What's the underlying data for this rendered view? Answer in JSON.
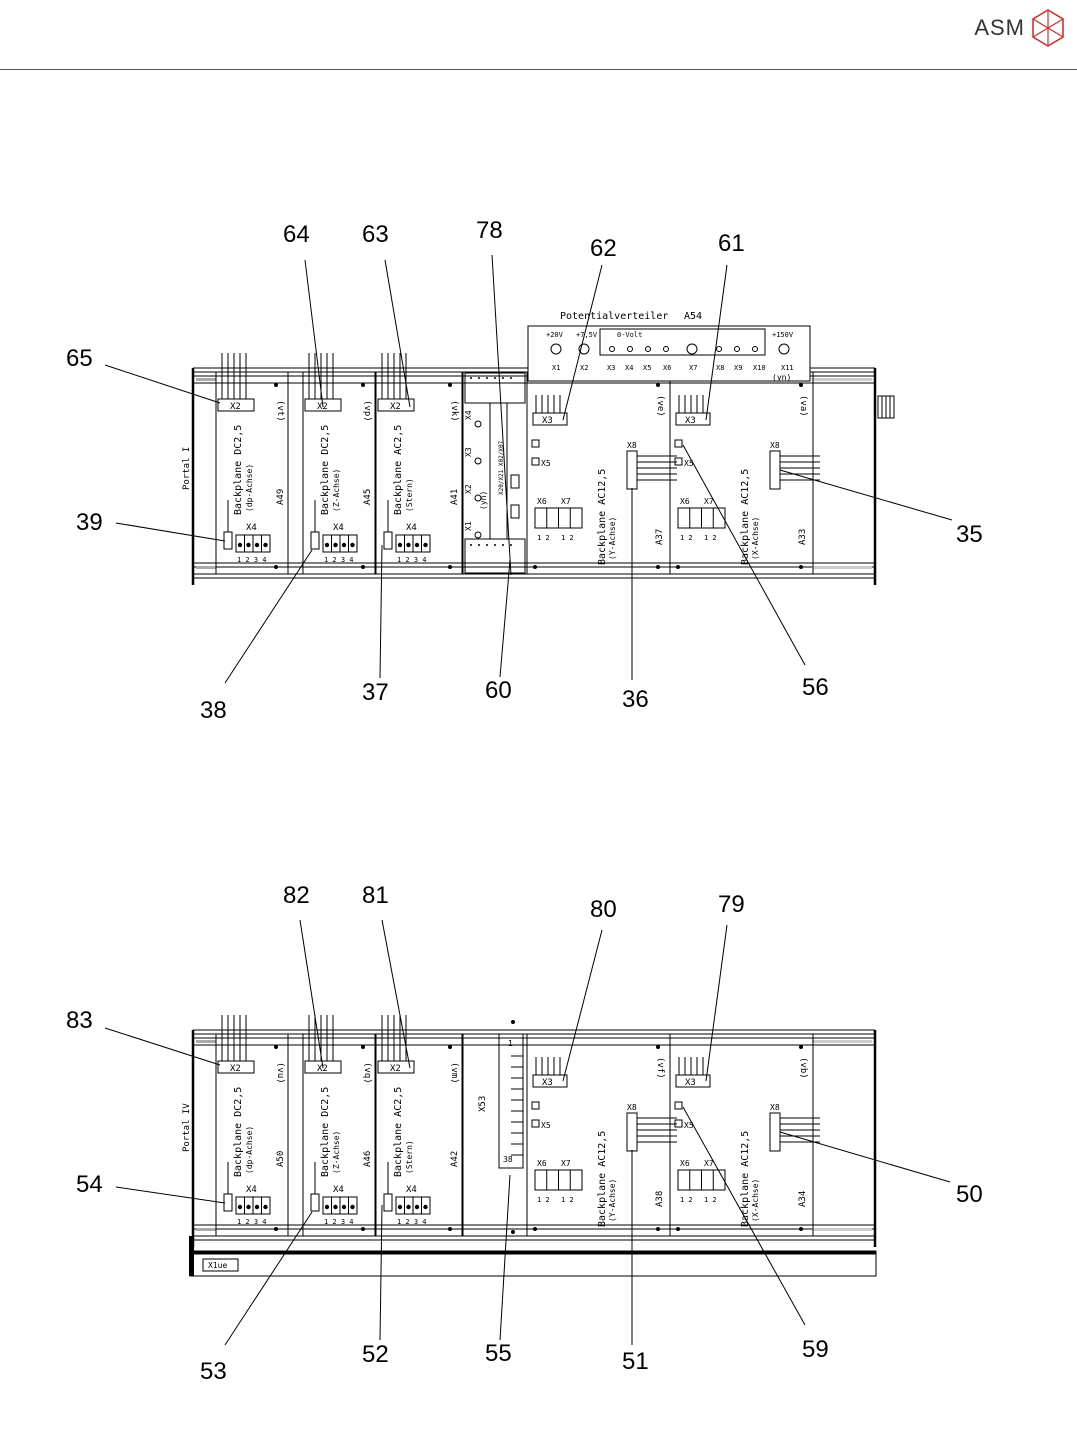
{
  "header": {
    "brand": "ASM",
    "logo_icon": "asm-cube-logo-icon"
  },
  "diagrams": [
    {
      "portal_label": "Portal I",
      "boards": [
        {
          "title": "Backplane DC2,5",
          "subtitle": "(dp-Achse)",
          "id": "A49",
          "code": "(vt)",
          "x2": "X2",
          "x4": "X4",
          "pins4": "1 2 3 4"
        },
        {
          "title": "Backplane DC2,5",
          "subtitle": "(Z-Achse)",
          "id": "A45",
          "code": "(vp)",
          "x2": "X2",
          "x4": "X4",
          "pins4": "1 2 3 4"
        },
        {
          "title": "Backplane AC2,5",
          "subtitle": "(Stern)",
          "id": "A41",
          "code": "(vk)",
          "x2": "X2",
          "x4": "X4",
          "pins4": "1 2 3 4"
        },
        {
          "title": "Backplane AC12,5",
          "subtitle": "(Y-Achse)",
          "id": "A37",
          "code": "(ve)",
          "x3": "X3",
          "x5": "X5",
          "x6": "X6",
          "x7": "X7",
          "x8": "X8",
          "pins6": "1 2",
          "pins7": "1 2"
        },
        {
          "title": "Backplane AC12,5",
          "subtitle": "(X-Achse)",
          "id": "A33",
          "code": "(va)",
          "x3": "X3",
          "x5": "X5",
          "x6": "X6",
          "x7": "X7",
          "x8": "X8",
          "pins6": "1 2",
          "pins7": "1 2"
        }
      ],
      "middle_module": {
        "labels": [
          "X4",
          "X3",
          "X2",
          "X1"
        ],
        "code": "(yn)",
        "side_text": "X20/X21 X02/X07"
      },
      "potential_distributor": {
        "title": "Potentialverteiler",
        "id": "A54",
        "terminals": [
          "+20V",
          "+7,5V",
          "0-Volt",
          "+150V"
        ],
        "connectors": [
          "X1",
          "X2",
          "X3",
          "X4",
          "X5",
          "X6",
          "X7",
          "X8",
          "X9",
          "X10",
          "X11"
        ],
        "code": "(yn)"
      },
      "callouts": [
        "65",
        "64",
        "63",
        "78",
        "62",
        "61",
        "39",
        "35",
        "38",
        "37",
        "60",
        "36",
        "56"
      ]
    },
    {
      "portal_label": "Portal IV",
      "boards": [
        {
          "title": "Backplane DC2,5",
          "subtitle": "(dp-Achse)",
          "id": "A50",
          "code": "(vu)",
          "x2": "X2",
          "x4": "X4",
          "pins4": "1 2 3 4"
        },
        {
          "title": "Backplane DC2,5",
          "subtitle": "(Z-Achse)",
          "id": "A46",
          "code": "(vq)",
          "x2": "X2",
          "x4": "X4",
          "pins4": "1 2 3 4"
        },
        {
          "title": "Backplane AC2,5",
          "subtitle": "(Stern)",
          "id": "A42",
          "code": "(vm)",
          "x2": "X2",
          "x4": "X4",
          "pins4": "1 2 3 4"
        },
        {
          "title": "Backplane AC12,5",
          "subtitle": "(Y-Achse)",
          "id": "A38",
          "code": "(vf)",
          "x3": "X3",
          "x5": "X5",
          "x6": "X6",
          "x7": "X7",
          "x8": "X8",
          "pins6": "1 2",
          "pins7": "1 2"
        },
        {
          "title": "Backplane AC12,5",
          "subtitle": "(X-Achse)",
          "id": "A34",
          "code": "(vb)",
          "x3": "X3",
          "x5": "X5",
          "x6": "X6",
          "x7": "X7",
          "x8": "X8",
          "pins6": "1 2",
          "pins7": "1 2"
        }
      ],
      "middle_module": {
        "label": "X53",
        "pin_top": "1",
        "pin_bottom": "38"
      },
      "footer_label": "X1ue",
      "callouts": [
        "83",
        "82",
        "81",
        "80",
        "79",
        "54",
        "50",
        "53",
        "52",
        "55",
        "51",
        "59"
      ]
    }
  ]
}
